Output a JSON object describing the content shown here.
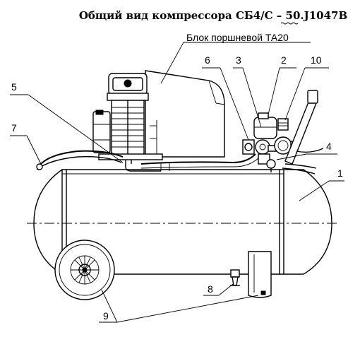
{
  "title": "Общий вид компрессора СБ4/С – 50.J1047В",
  "subtitle": "Блок поршневой ТА20",
  "callouts": [
    "1",
    "2",
    "3",
    "4",
    "5",
    "6",
    "7",
    "8",
    "9",
    "10"
  ]
}
